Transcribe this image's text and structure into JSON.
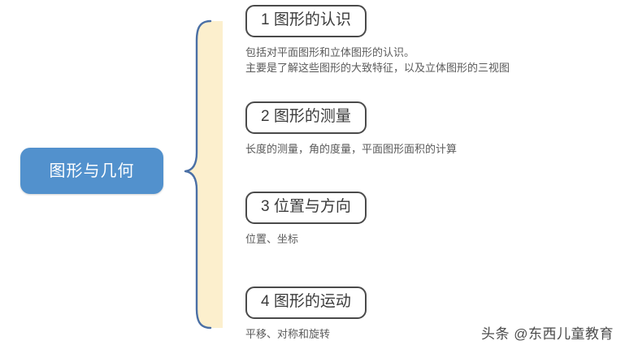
{
  "root": {
    "label": "图形与几何"
  },
  "brace": {
    "outline_color": "#4a6fa5",
    "fill_color": "#fcefcd"
  },
  "colors": {
    "root_fill": "#5291cd",
    "root_text": "#ffffff",
    "topic_border": "#4a4a4a",
    "topic_title_text": "#3b3b3b",
    "topic_desc_text": "#5a5a5a",
    "background": "#ffffff"
  },
  "topics": [
    {
      "number": "1",
      "title": "1 图形的认识",
      "desc": "包括对平面图形和立体图形的认识。\n主要是了解这些图形的大致特征，以及立体图形的三视图"
    },
    {
      "number": "2",
      "title": "2 图形的测量",
      "desc": "长度的测量，角的度量，平面图形面积的计算"
    },
    {
      "number": "3",
      "title": "3 位置与方向",
      "desc": "位置、坐标"
    },
    {
      "number": "4",
      "title": "4 图形的运动",
      "desc": "平移、对称和旋转"
    }
  ],
  "watermark": {
    "text": "头条 @东西儿童教育"
  }
}
